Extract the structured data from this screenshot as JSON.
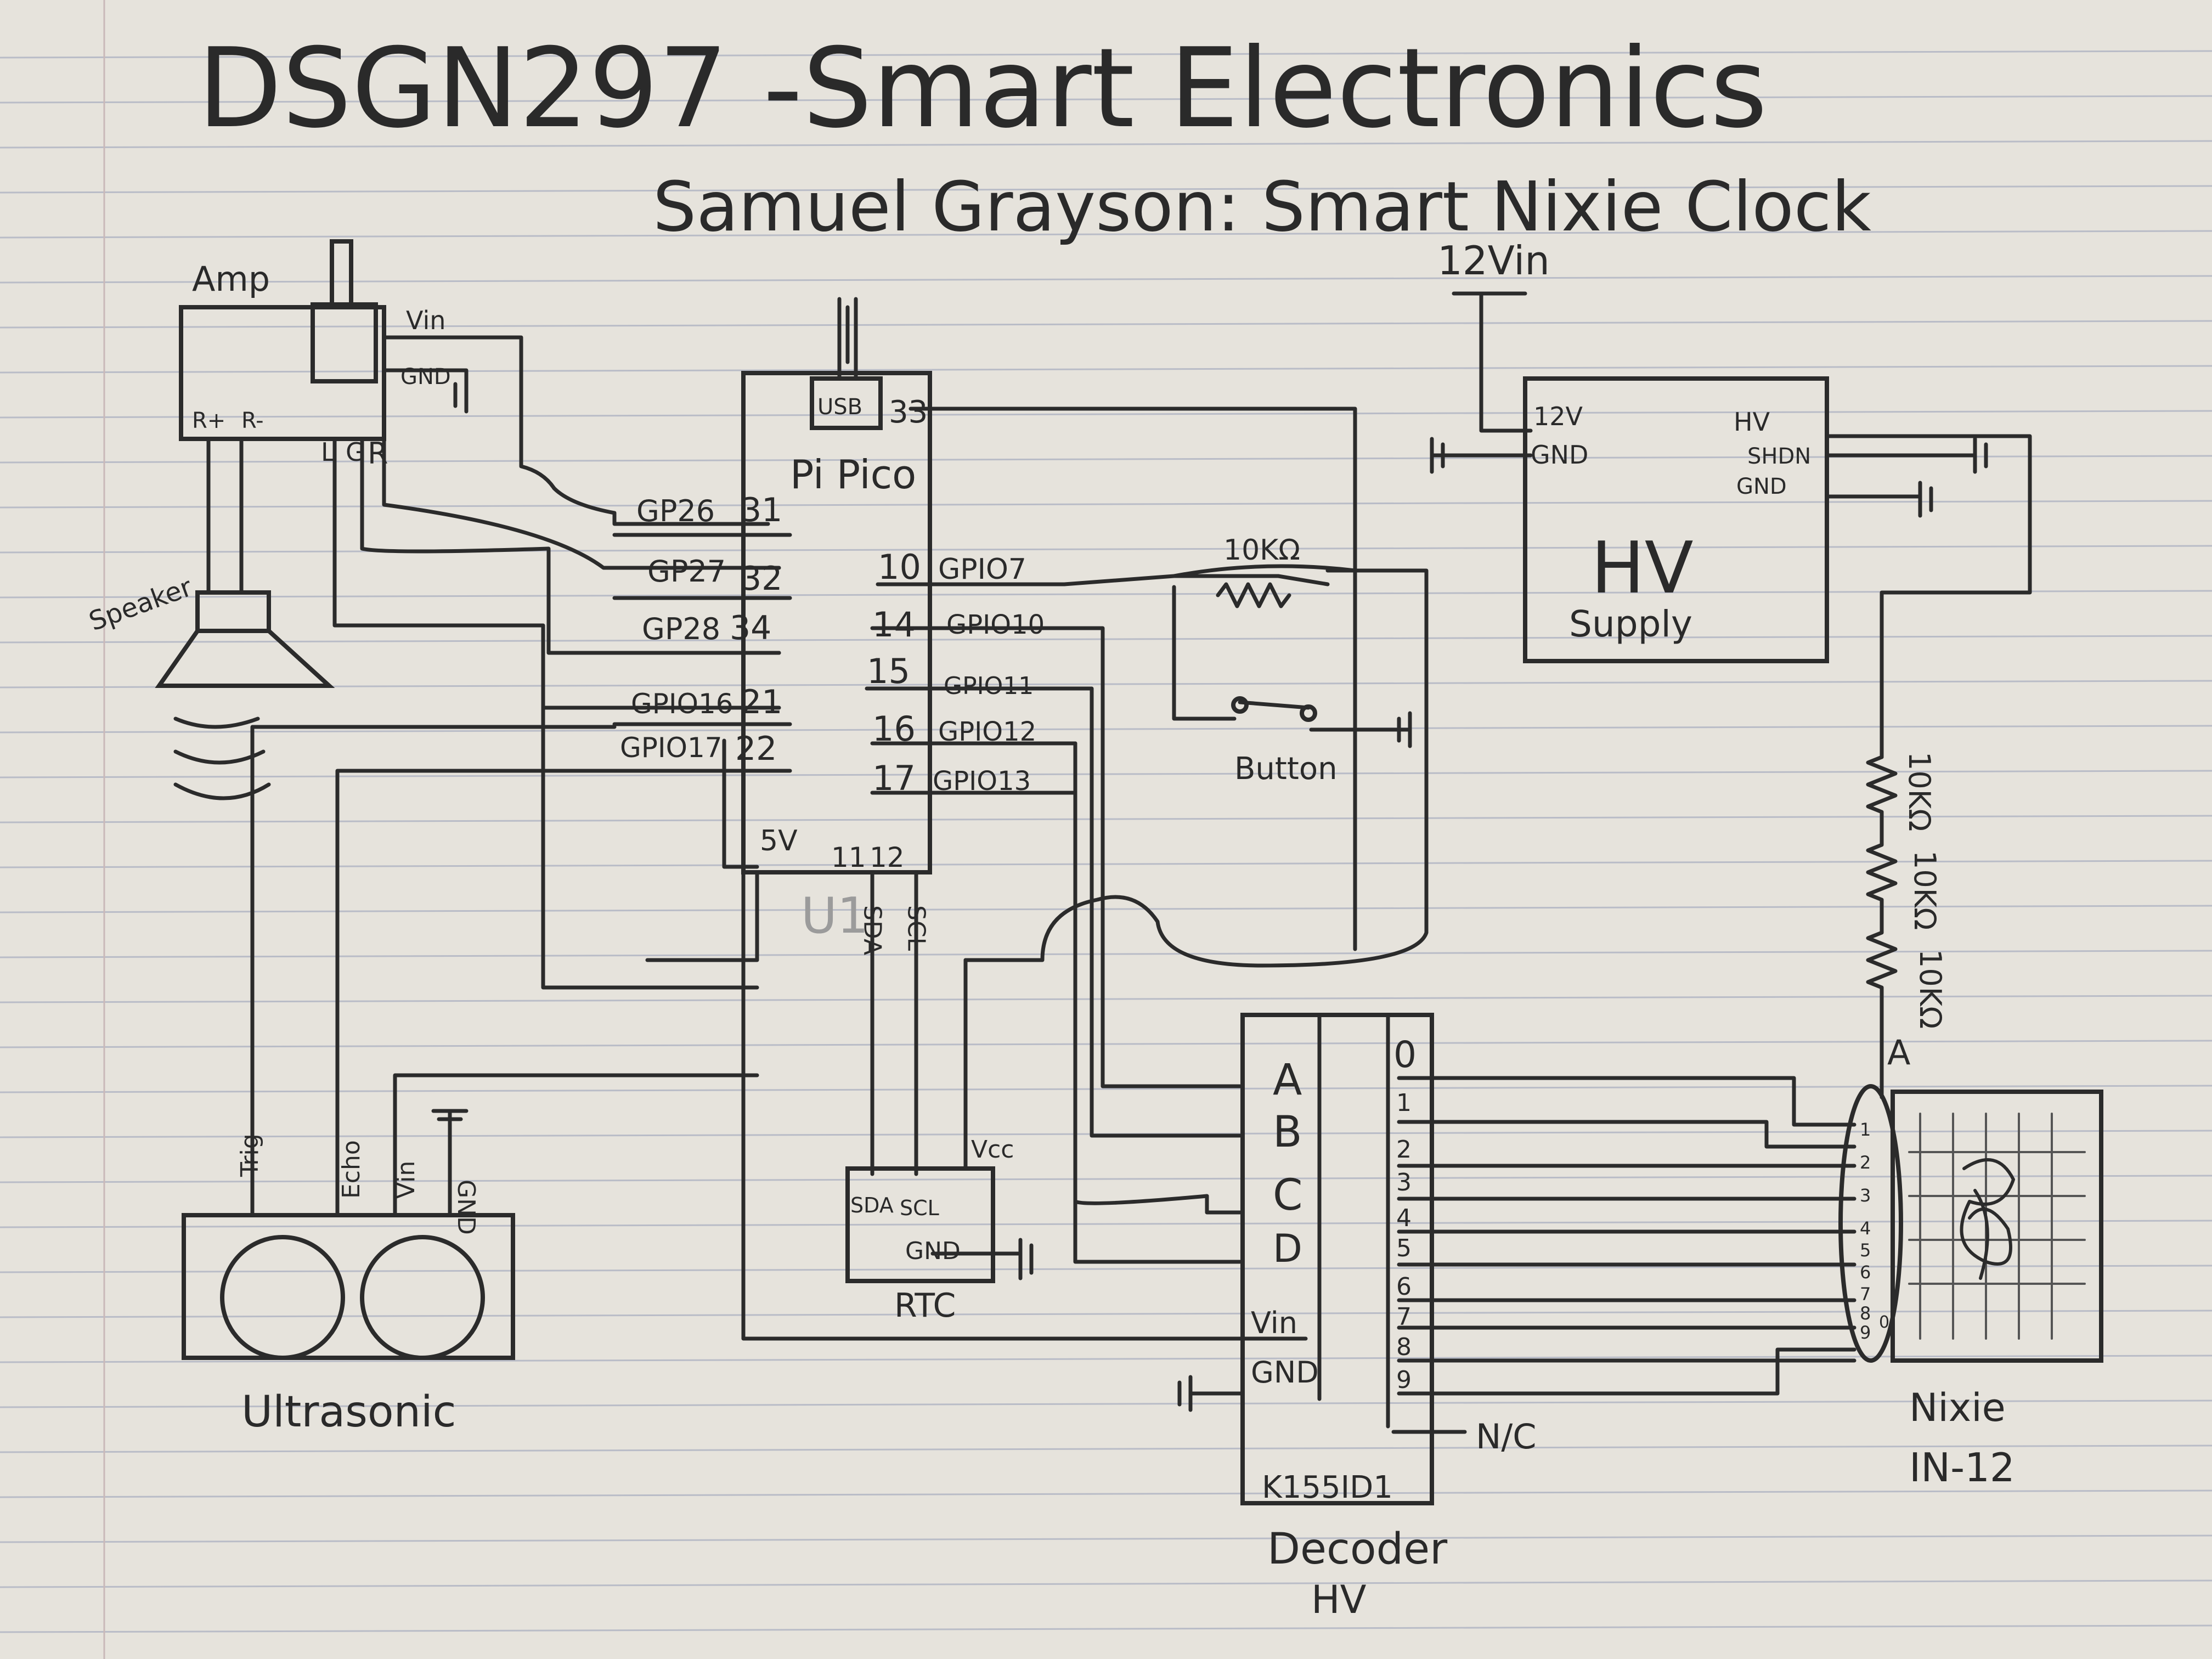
{
  "title": "DSGN297 -Smart Electronics",
  "subtitle": "Samuel Grayson: Smart Nixie Clock",
  "colors": {
    "paper": "#e6e3dc",
    "ink": "#2b2b2b",
    "rules": "#b9bcc7"
  },
  "power_in": "12Vin",
  "amp": {
    "label": "Amp",
    "vin": "Vin",
    "gnd": "GND",
    "rplus": "R+",
    "rminus": "R-",
    "l": "L",
    "g": "G",
    "r": "R"
  },
  "speaker": {
    "label": "Speaker"
  },
  "pico": {
    "label": "Pi Pico",
    "usb": "USB",
    "pin33": "33",
    "u1": "U1",
    "v5": "5V",
    "left_pins": [
      {
        "name": "GP26",
        "num": "31"
      },
      {
        "name": "GP27",
        "num": "32"
      },
      {
        "name": "GP28",
        "num": "34"
      },
      {
        "name": "GPIO16",
        "num": "21"
      },
      {
        "name": "GPIO17",
        "num": "22"
      }
    ],
    "right_pins": [
      {
        "num": "10",
        "name": "GPIO7"
      },
      {
        "num": "14",
        "name": "GPIO10"
      },
      {
        "num": "15",
        "name": "GPIO11"
      },
      {
        "num": "16",
        "name": "GPIO12"
      },
      {
        "num": "17",
        "name": "GPIO13"
      }
    ],
    "bottom_pins": [
      "11",
      "12"
    ],
    "sda": "SDA",
    "scl": "SCL"
  },
  "resistor_button": "10KΩ",
  "button": {
    "label": "Button"
  },
  "hv_supply": {
    "label": "HV",
    "sublabel": "Supply",
    "v12": "12V",
    "gnd": "GND",
    "hv": "HV",
    "shdn": "SHDN",
    "gnd2": "GND"
  },
  "resistors_anode": [
    "10KΩ",
    "10KΩ",
    "10KΩ"
  ],
  "anode": "A",
  "rtc": {
    "label": "RTC",
    "sda": "SDA",
    "scl": "SCL",
    "vcc": "Vcc",
    "gnd": "GND"
  },
  "ultrasonic": {
    "label": "Ultrasonic",
    "trig": "Trig",
    "echo": "Echo",
    "vin": "Vin",
    "gnd": "GND"
  },
  "decoder": {
    "label": "Decoder",
    "sublabel": "HV",
    "part": "K155ID1",
    "inputs": [
      "A",
      "B",
      "C",
      "D"
    ],
    "vin": "Vin",
    "gnd": "GND",
    "outputs": [
      "0",
      "1",
      "2",
      "3",
      "4",
      "5",
      "6",
      "7",
      "8",
      "9"
    ],
    "nc": "N/C"
  },
  "nixie": {
    "label": "Nixie",
    "sublabel": "IN-12",
    "pins": [
      "1",
      "2",
      "3",
      "4",
      "5",
      "6",
      "7",
      "8",
      "9",
      "0"
    ]
  }
}
